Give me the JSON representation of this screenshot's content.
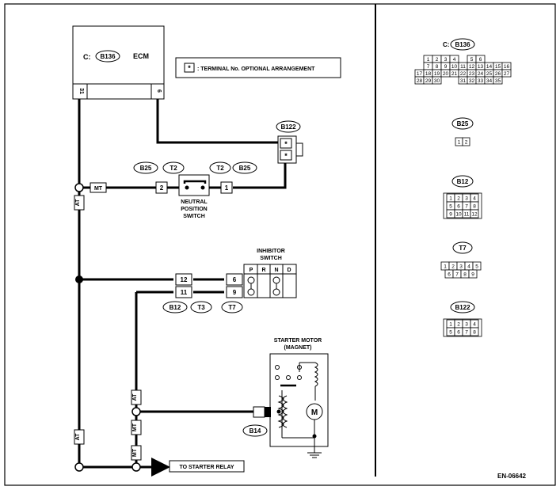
{
  "ecm": {
    "connector_prefix": "C:",
    "connector": "B136",
    "label": "ECM",
    "pin_left": "31",
    "pin_right": "6"
  },
  "legend": {
    "symbol": "*",
    "text": ": TERMINAL No. OPTIONAL ARRANGEMENT"
  },
  "b122": {
    "id": "B122",
    "pin_top": "*",
    "pin_bottom": "*"
  },
  "neutral": {
    "conn_left": "B25",
    "term_left": "T2",
    "conn_right": "B25",
    "term_right": "T2",
    "pin_left": "2",
    "pin_right": "1",
    "label_line1": "NEUTRAL",
    "label_line2": "POSITION",
    "label_line3": "SWITCH"
  },
  "wire_tags": {
    "mt": "MT",
    "at": "AT"
  },
  "inhibitor": {
    "label_line1": "INHIBITOR",
    "label_line2": "SWITCH",
    "positions": [
      "P",
      "R",
      "N",
      "D"
    ],
    "pin_6": "6",
    "pin_9": "9",
    "pin_12": "12",
    "pin_11": "11",
    "conn_b12": "B12",
    "conn_t3": "T3",
    "conn_t7": "T7"
  },
  "starter": {
    "label_line1": "STARTER MOTOR",
    "label_line2": "(MAGNET)",
    "motor": "M",
    "connector": "B14"
  },
  "relay_label": "TO STARTER RELAY",
  "connector_views": {
    "b136": {
      "prefix": "C:",
      "id": "B136",
      "row1": [
        "1",
        "2",
        "3",
        "4",
        "",
        "5",
        "6"
      ],
      "row2": [
        "7",
        "8",
        "9",
        "10",
        "11",
        "12",
        "13",
        "14",
        "15",
        "16"
      ],
      "row3": [
        "17",
        "18",
        "19",
        "20",
        "21",
        "22",
        "23",
        "24",
        "25",
        "26",
        "27"
      ],
      "row4": [
        "28",
        "29",
        "30",
        "",
        "",
        "31",
        "32",
        "33",
        "34",
        "35"
      ]
    },
    "b25": {
      "id": "B25",
      "pins": [
        "1",
        "2"
      ]
    },
    "b12": {
      "id": "B12",
      "row1": [
        "1",
        "2",
        "3",
        "4"
      ],
      "row2": [
        "5",
        "6",
        "7",
        "8"
      ],
      "row3": [
        "9",
        "10",
        "11",
        "12"
      ]
    },
    "t7": {
      "id": "T7",
      "row1": [
        "1",
        "2",
        "3",
        "4",
        "5"
      ],
      "row2": [
        "6",
        "7",
        "8",
        "9"
      ]
    },
    "b122": {
      "id": "B122",
      "row1": [
        "1",
        "2",
        "3",
        "4"
      ],
      "row2": [
        "5",
        "6",
        "7",
        "8"
      ]
    }
  },
  "figure_id": "EN-06642"
}
